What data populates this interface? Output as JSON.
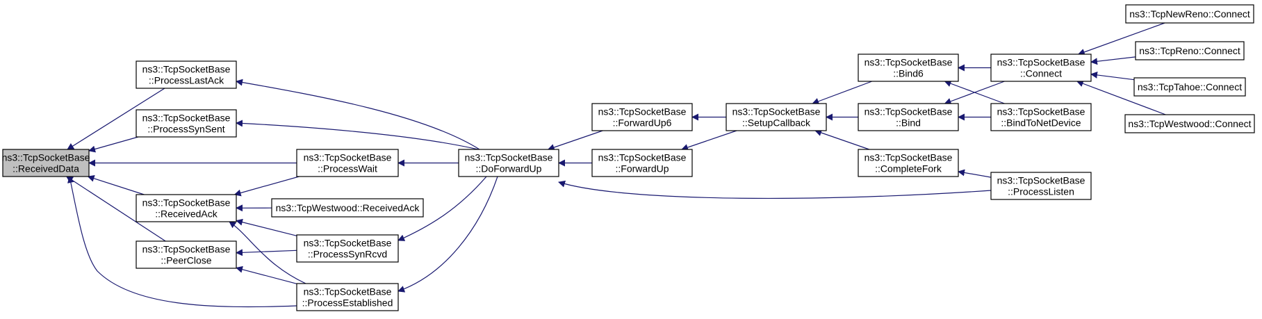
{
  "graph": {
    "nodes": [
      {
        "id": "n_receiveddata",
        "lines": [
          "ns3::TcpSocketBase",
          "::ReceivedData"
        ],
        "focus": true
      },
      {
        "id": "n_processlastack",
        "lines": [
          "ns3::TcpSocketBase",
          "::ProcessLastAck"
        ]
      },
      {
        "id": "n_processsynsent",
        "lines": [
          "ns3::TcpSocketBase",
          "::ProcessSynSent"
        ]
      },
      {
        "id": "n_receivedack",
        "lines": [
          "ns3::TcpSocketBase",
          "::ReceivedAck"
        ]
      },
      {
        "id": "n_peerclose",
        "lines": [
          "ns3::TcpSocketBase",
          "::PeerClose"
        ]
      },
      {
        "id": "n_processwait",
        "lines": [
          "ns3::TcpSocketBase",
          "::ProcessWait"
        ]
      },
      {
        "id": "n_westwood_receivedack",
        "lines": [
          "ns3::TcpWestwood::ReceivedAck"
        ]
      },
      {
        "id": "n_processsynrcvd",
        "lines": [
          "ns3::TcpSocketBase",
          "::ProcessSynRcvd"
        ]
      },
      {
        "id": "n_processestablished",
        "lines": [
          "ns3::TcpSocketBase",
          "::ProcessEstablished"
        ]
      },
      {
        "id": "n_doforwardup",
        "lines": [
          "ns3::TcpSocketBase",
          "::DoForwardUp"
        ]
      },
      {
        "id": "n_forwardup6",
        "lines": [
          "ns3::TcpSocketBase",
          "::ForwardUp6"
        ]
      },
      {
        "id": "n_forwardup",
        "lines": [
          "ns3::TcpSocketBase",
          "::ForwardUp"
        ]
      },
      {
        "id": "n_setupcallback",
        "lines": [
          "ns3::TcpSocketBase",
          "::SetupCallback"
        ]
      },
      {
        "id": "n_bind6",
        "lines": [
          "ns3::TcpSocketBase",
          "::Bind6"
        ]
      },
      {
        "id": "n_bind",
        "lines": [
          "ns3::TcpSocketBase",
          "::Bind"
        ]
      },
      {
        "id": "n_completefork",
        "lines": [
          "ns3::TcpSocketBase",
          "::CompleteFork"
        ]
      },
      {
        "id": "n_connect",
        "lines": [
          "ns3::TcpSocketBase",
          "::Connect"
        ]
      },
      {
        "id": "n_bindtonetdevice",
        "lines": [
          "ns3::TcpSocketBase",
          "::BindToNetDevice"
        ]
      },
      {
        "id": "n_processlisten",
        "lines": [
          "ns3::TcpSocketBase",
          "::ProcessListen"
        ]
      },
      {
        "id": "n_newreno_connect",
        "lines": [
          "ns3::TcpNewReno::Connect"
        ]
      },
      {
        "id": "n_reno_connect",
        "lines": [
          "ns3::TcpReno::Connect"
        ]
      },
      {
        "id": "n_tahoe_connect",
        "lines": [
          "ns3::TcpTahoe::Connect"
        ]
      },
      {
        "id": "n_westwood_connect",
        "lines": [
          "ns3::TcpWestwood::Connect"
        ]
      }
    ],
    "edges": [
      {
        "from": "n_processlastack",
        "to": "n_receiveddata"
      },
      {
        "from": "n_processsynsent",
        "to": "n_receiveddata"
      },
      {
        "from": "n_processwait",
        "to": "n_receiveddata"
      },
      {
        "from": "n_receivedack",
        "to": "n_receiveddata"
      },
      {
        "from": "n_peerclose",
        "to": "n_receiveddata"
      },
      {
        "from": "n_processestablished",
        "to": "n_receiveddata"
      },
      {
        "from": "n_processwait",
        "to": "n_receivedack"
      },
      {
        "from": "n_westwood_receivedack",
        "to": "n_receivedack"
      },
      {
        "from": "n_processsynrcvd",
        "to": "n_receivedack"
      },
      {
        "from": "n_processestablished",
        "to": "n_receivedack"
      },
      {
        "from": "n_processsynrcvd",
        "to": "n_peerclose"
      },
      {
        "from": "n_processestablished",
        "to": "n_peerclose"
      },
      {
        "from": "n_doforwardup",
        "to": "n_processlastack"
      },
      {
        "from": "n_doforwardup",
        "to": "n_processsynsent"
      },
      {
        "from": "n_doforwardup",
        "to": "n_processwait"
      },
      {
        "from": "n_doforwardup",
        "to": "n_processsynrcvd"
      },
      {
        "from": "n_doforwardup",
        "to": "n_processestablished"
      },
      {
        "from": "n_forwardup6",
        "to": "n_doforwardup"
      },
      {
        "from": "n_forwardup",
        "to": "n_doforwardup"
      },
      {
        "from": "n_processlisten",
        "to": "n_doforwardup"
      },
      {
        "from": "n_setupcallback",
        "to": "n_forwardup6"
      },
      {
        "from": "n_setupcallback",
        "to": "n_forwardup"
      },
      {
        "from": "n_bind6",
        "to": "n_setupcallback"
      },
      {
        "from": "n_bind",
        "to": "n_setupcallback"
      },
      {
        "from": "n_completefork",
        "to": "n_setupcallback"
      },
      {
        "from": "n_connect",
        "to": "n_bind6"
      },
      {
        "from": "n_bindtonetdevice",
        "to": "n_bind6"
      },
      {
        "from": "n_connect",
        "to": "n_bind"
      },
      {
        "from": "n_bindtonetdevice",
        "to": "n_bind"
      },
      {
        "from": "n_processlisten",
        "to": "n_completefork"
      },
      {
        "from": "n_newreno_connect",
        "to": "n_connect"
      },
      {
        "from": "n_reno_connect",
        "to": "n_connect"
      },
      {
        "from": "n_tahoe_connect",
        "to": "n_connect"
      },
      {
        "from": "n_westwood_connect",
        "to": "n_connect"
      }
    ],
    "colors": {
      "edge": "#191970",
      "focus_fill": "#bfbfbf",
      "node_fill": "#ffffff",
      "border": "#000000"
    }
  }
}
